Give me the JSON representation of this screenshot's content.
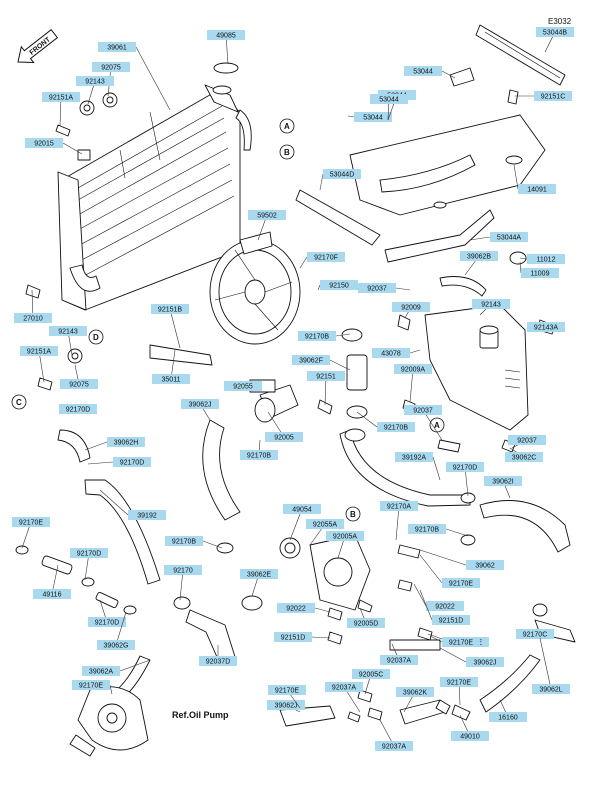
{
  "diagram_code": "E3032",
  "front_badge": "FRONT",
  "ref_note": "Ref.Oil Pump",
  "circle_refs": [
    "A",
    "B",
    "C",
    "D"
  ],
  "labels": [
    "39061",
    "49085",
    "92075",
    "92143",
    "92151A",
    "92015",
    "53044",
    "53044",
    "53044B",
    "92151C",
    "53044D",
    "14091",
    "59502",
    "92170F",
    "92150",
    "53044A",
    "11012",
    "11009",
    "39062B",
    "92037",
    "92009",
    "92143",
    "92143A",
    "27010",
    "92143",
    "92151A",
    "92075",
    "92151B",
    "35011",
    "92170B",
    "39062F",
    "43078",
    "92009A",
    "92055",
    "92151",
    "92170B",
    "92170D",
    "39062J",
    "92005",
    "92170B",
    "92037",
    "92037",
    "39062H",
    "92170D",
    "39192A",
    "92170D",
    "39062C",
    "39062I",
    "92170E",
    "39192",
    "49054",
    "92055A",
    "92170A",
    "92005A",
    "92170B",
    "92170D",
    "92170B",
    "92170",
    "39062E",
    "39062",
    "49116",
    "92170D",
    "39062G",
    "92037D",
    "92022",
    "92022",
    "92151D",
    "92170E",
    "92170E",
    "92005D",
    "92170C",
    "39062A",
    "92170E",
    "92151D",
    "92037A",
    "39062J",
    "92170E",
    "92005C",
    "39062K",
    "39062L",
    "92170E",
    "92037A",
    "39062J",
    "49010",
    "16160",
    "92037A",
    "92170E",
    "53044",
    "53044"
  ]
}
